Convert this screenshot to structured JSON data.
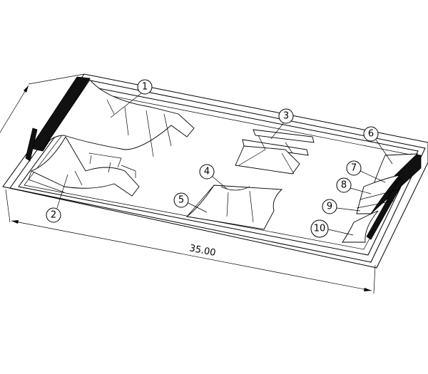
{
  "drawing": {
    "dimension_length": "35.00",
    "dimension_width_partial": "0",
    "balloons": [
      "1",
      "2",
      "3",
      "4",
      "5",
      "6",
      "7",
      "8",
      "9",
      "10"
    ]
  }
}
